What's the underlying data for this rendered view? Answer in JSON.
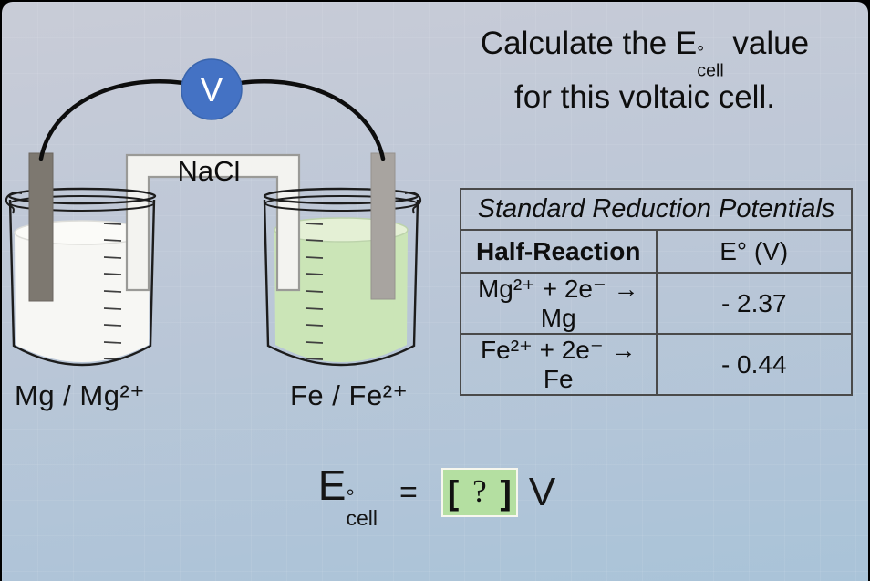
{
  "title": {
    "line1_before": "Calculate the ",
    "e_symbol": "E",
    "degree_symbol": "°",
    "cell_subscript": "cell",
    "line1_after": " value",
    "line2": "for this voltaic cell."
  },
  "diagram": {
    "voltmeter_label": "V",
    "salt_bridge_label": "NaCl",
    "left_cell_label": "Mg / Mg²⁺",
    "right_cell_label": "Fe / Fe²⁺",
    "colors": {
      "voltmeter_blue": "#4472c4",
      "voltmeter_border": "#3a65ad",
      "left_solution": "#f7f7f4",
      "left_solution_surface": "#fbfbf8",
      "right_solution": "#cbe5b7",
      "right_solution_surface": "#e4f0d5",
      "left_electrode": "#7d7870",
      "right_electrode": "#a8a4a0",
      "salt_bridge_fill": "#f3f3f0",
      "wire": "#0d0d0d"
    }
  },
  "table": {
    "title": "Standard Reduction Potentials",
    "columns": [
      "Half-Reaction",
      "E° (V)"
    ],
    "rows": [
      {
        "reaction": "Mg²⁺ + 2e⁻ → Mg",
        "potential": "- 2.37"
      },
      {
        "reaction": "Fe²⁺ + 2e⁻ → Fe",
        "potential": "- 0.44"
      }
    ]
  },
  "equation": {
    "e_symbol": "E",
    "degree_symbol": "°",
    "cell_subscript": "cell",
    "equals": "=",
    "bracket_open": "[",
    "answer_placeholder": "?",
    "bracket_close": "]",
    "unit": "V",
    "answer_box_color": "#b4dfa1"
  }
}
